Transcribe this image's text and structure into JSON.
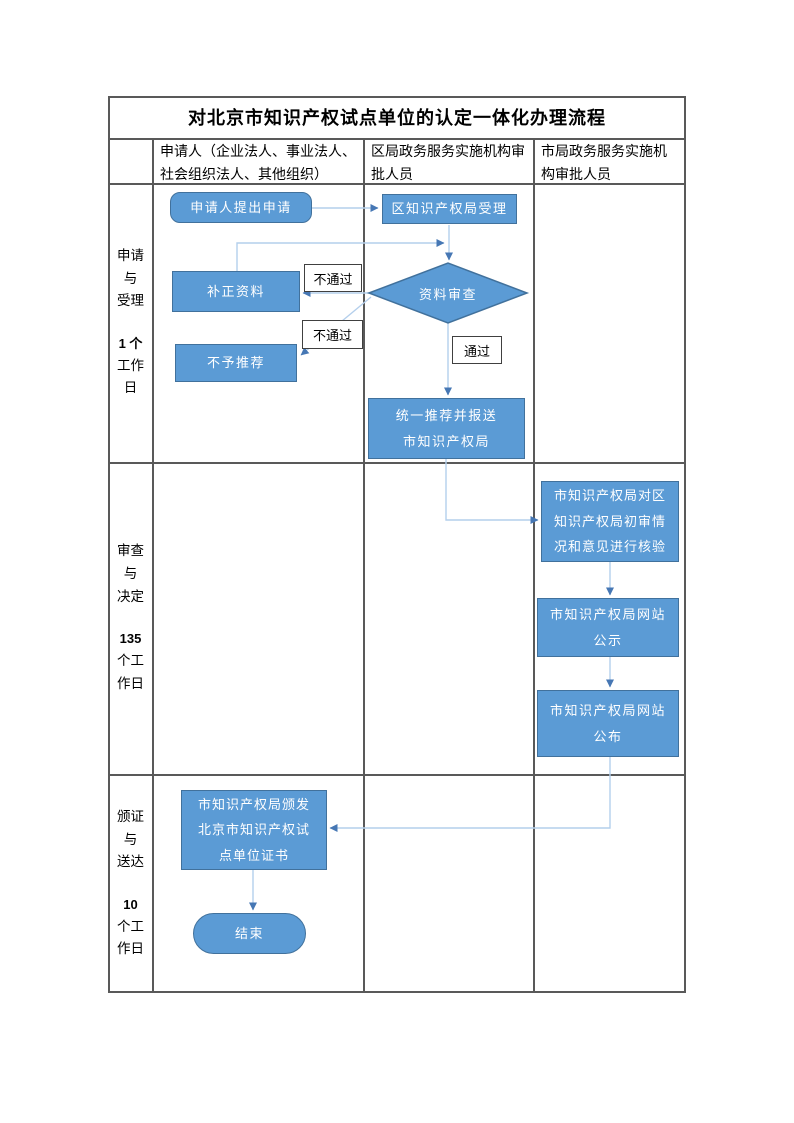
{
  "document": {
    "title": "对北京市知识产权试点单位的认定一体化办理流程"
  },
  "columns": {
    "applicant": "申请人（企业法人、事业法人、\n社会组织法人、其他组织）",
    "district": "区局政务服务实施机构审\n批人员",
    "municipal": "市局政务服务实施机\n构审批人员"
  },
  "stages": [
    {
      "name": "申请\n与\n受理",
      "duration_num": "1 个",
      "duration_unit": "工作\n日"
    },
    {
      "name": "审查\n与\n决定",
      "duration_num": "135",
      "duration_unit": "个工\n作日"
    },
    {
      "name": "颁证\n与\n送达",
      "duration_num": "10",
      "duration_unit": "个工\n作日"
    }
  ],
  "nodes": {
    "start": "申请人提出申请",
    "accept": "区知识产权局受理",
    "review": "资料审查",
    "supplement": "补正资料",
    "no_recommend": "不予推荐",
    "recommend": "统一推荐并报送\n市知识产权局",
    "verify": "市知识产权局对区\n知识产权局初审情\n况和意见进行核验",
    "publicity": "市知识产权局网站\n公示",
    "announce": "市知识产权局网站\n公布",
    "certificate": "市知识产权局颁发\n北京市知识产权试\n点单位证书",
    "end": "结束"
  },
  "edge_labels": {
    "fail_top": "不通过",
    "fail_bottom": "不通过",
    "pass": "通过"
  },
  "colors": {
    "node_fill": "#5B9BD5",
    "node_border": "#41719C",
    "connector_line": "#B4CFEC",
    "arrowhead": "#4677B4",
    "grid_line": "#595959",
    "node_text": "#FFFFFF"
  }
}
